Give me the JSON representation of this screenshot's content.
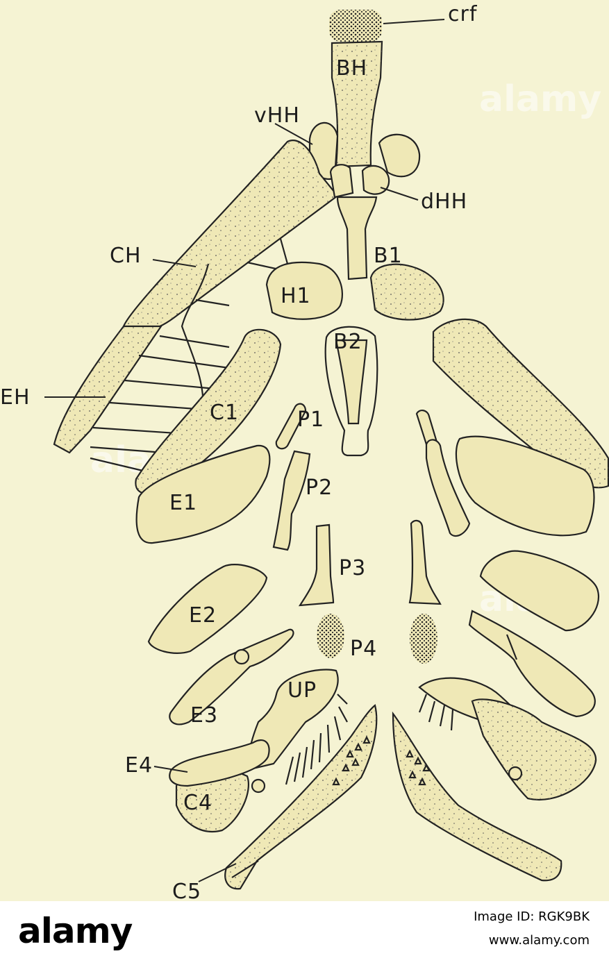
{
  "diagram": {
    "labels": {
      "crf": "crf",
      "BH": "BH",
      "vHH": "vHH",
      "dHH": "dHH",
      "CH": "CH",
      "B1": "B1",
      "H1": "H1",
      "B2": "B2",
      "EH": "EH",
      "C1": "C1",
      "P1": "P1",
      "P2": "P2",
      "E1": "E1",
      "P3": "P3",
      "E2": "E2",
      "P4": "P4",
      "E3": "E3",
      "UP": "UP",
      "E4": "E4",
      "C4": "C4",
      "C5": "C5"
    }
  },
  "watermark": {
    "text": "alamy"
  },
  "footer": {
    "logo": "alamy",
    "image_id": "Image ID: RGK9BK",
    "url": "www.alamy.com"
  },
  "colors": {
    "background": "#f5f3d3",
    "bone_fill": "#efe8b6",
    "line": "#222222"
  }
}
